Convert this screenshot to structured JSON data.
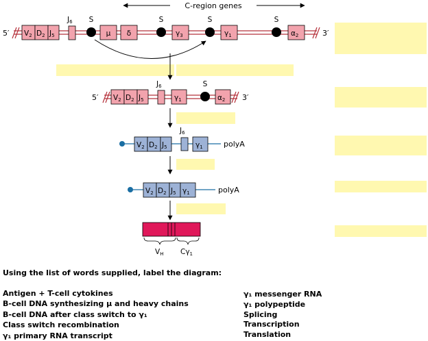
{
  "header": {
    "c_region_label": "C-region genes"
  },
  "colors": {
    "dna_pink": "#f2a3ad",
    "dna_line": "#b5303a",
    "rna_blue": "#9db2d6",
    "rna_line": "#1a6ea3",
    "protein": "#e0185a",
    "answer_box": "#fff8b0"
  },
  "strands": {
    "genomic": {
      "five": "5′",
      "three": "3′",
      "v": "V",
      "v_sub": "2",
      "d": "D",
      "d_sub": "2",
      "j": "J",
      "j_sub": "5",
      "j6": "J",
      "j6_sub": "6",
      "mu": "μ",
      "delta": "δ",
      "g3": "γ",
      "g3_sub": "3",
      "g1": "γ",
      "g1_sub": "1",
      "a2": "α",
      "a2_sub": "2",
      "switch": [
        "S",
        "S",
        "S",
        "S"
      ]
    },
    "switched": {
      "five": "5′",
      "three": "3′",
      "v": "V",
      "v_sub": "2",
      "d": "D",
      "d_sub": "2",
      "j": "J",
      "j_sub": "5",
      "j6": "J",
      "j6_sub": "6",
      "g1": "γ",
      "g1_sub": "1",
      "switch": "S",
      "a2": "α",
      "a2_sub": "2"
    },
    "primary_rna": {
      "v": "V",
      "v_sub": "2",
      "d": "D",
      "d_sub": "2",
      "j": "J",
      "j_sub": "5",
      "j6": "J",
      "j6_sub": "6",
      "g1": "γ",
      "g1_sub": "1",
      "tail": "polyA"
    },
    "mrna": {
      "v": "V",
      "v_sub": "2",
      "d": "D",
      "d_sub": "2",
      "j": "J",
      "j_sub": "5",
      "g1": "γ",
      "g1_sub": "1",
      "tail": "polyA"
    },
    "protein": {
      "vh": "V",
      "vh_sub": "H",
      "cg": "Cγ",
      "cg_sub": "1"
    }
  },
  "instructions": "Using the list of words supplied, label the diagram:",
  "word_list_left": [
    "Antigen + T-cell cytokines",
    "B-cell DNA synthesizing μ and heavy chains",
    "B-cell DNA after class switch to γ₁",
    "Class switch recombination",
    "γ₁ primary RNA transcript"
  ],
  "word_list_right": [
    "γ₁ messenger RNA",
    "γ₁ polypeptide",
    "Splicing",
    "Transcription",
    "Translation"
  ]
}
